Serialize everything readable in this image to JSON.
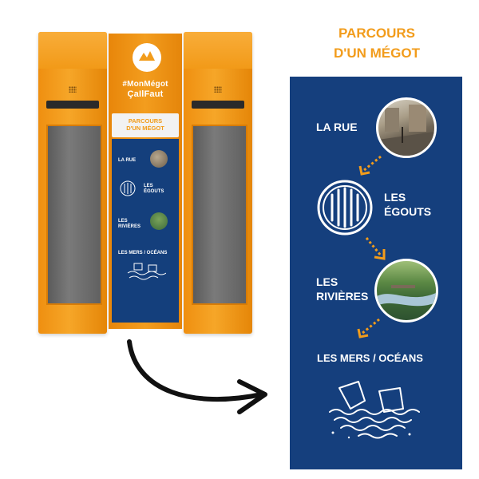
{
  "dispenser": {
    "brand_line1": "#MonMégot",
    "brand_line2": "ÇaIlFaut",
    "mini_header_line1": "PARCOURS",
    "mini_header_line2": "D'UN MÉGOT",
    "mini_stages": {
      "street": "LA RUE",
      "sewers_line1": "LES",
      "sewers_line2": "ÉGOUTS",
      "rivers_line1": "LES",
      "rivers_line2": "RIVIÈRES",
      "seas": "LES MERS / OCÉANS"
    }
  },
  "poster": {
    "title_line1": "PARCOURS",
    "title_line2": "D'UN MÉGOT",
    "stages": {
      "street": "LA RUE",
      "sewers_line1": "LES",
      "sewers_line2": "ÉGOUTS",
      "rivers_line1": "LES",
      "rivers_line2": "RIVIÈRES",
      "seas": "LES MERS / OCÉANS"
    }
  },
  "icons": [
    "grate-icon",
    "waves-icon",
    "cup-icon",
    "arrow-icon"
  ],
  "colors": {
    "orange": "#f29c1b",
    "navy": "#153f7d",
    "white": "#ffffff",
    "arrow": "#111111"
  }
}
